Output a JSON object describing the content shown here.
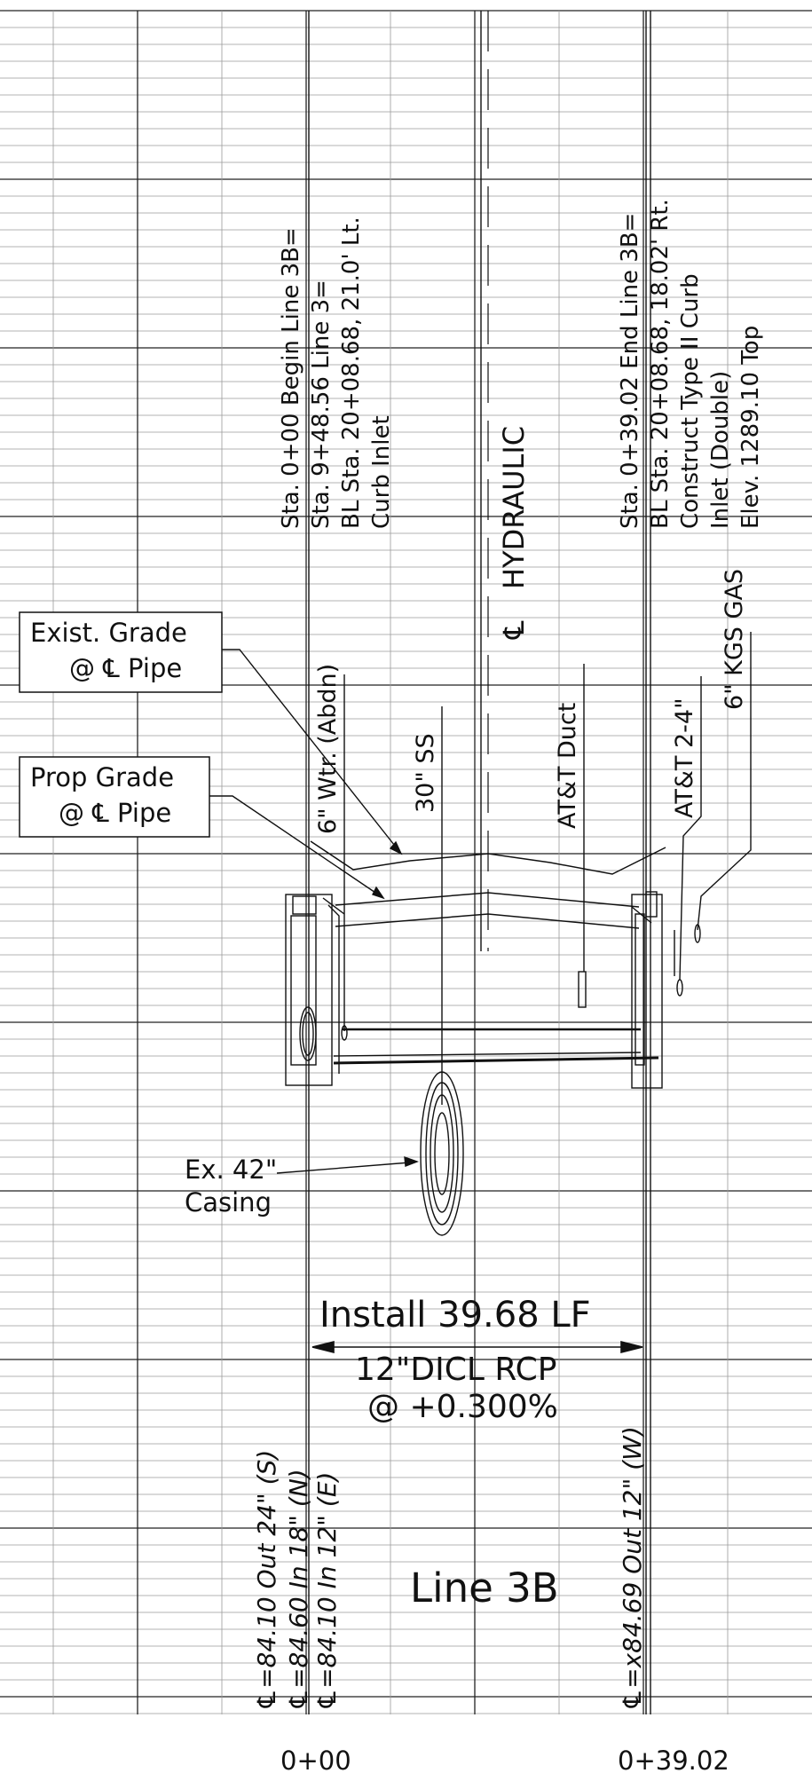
{
  "drawing": {
    "title": "Line 3B",
    "station_start": "0+00",
    "station_end": "0+39.02",
    "centerline_label": "HYDRAULIC",
    "centerline_symbol": "℄"
  },
  "notes_begin": [
    "Sta. 0+00 Begin Line 3B=",
    "Sta. 9+48.56 Line 3=",
    "BL Sta. 20+08.68, 21.0' Lt.",
    "Curb Inlet"
  ],
  "notes_end": [
    "Sta. 0+39.02 End Line 3B=",
    "BL Sta. 20+08.68, 18.02' Rt.",
    "Construct Type II Curb",
    "Inlet (Double)",
    "Elev. 1289.10 Top"
  ],
  "grade_labels": {
    "existing_line1": "Exist. Grade",
    "existing_line2": "@ ℄ Pipe",
    "proposed_line1": "Prop Grade",
    "proposed_line2": "@ ℄ Pipe"
  },
  "utilities": {
    "water": "6\" Wtr. (Abdn)",
    "sewer": "30\" SS",
    "att_duct": "AT&T Duct",
    "att_cable": "AT&T 2-4\"",
    "gas": "6\" KGS GAS",
    "casing_line1": "Ex. 42\"",
    "casing_line2": "Casing"
  },
  "pipe": {
    "line1": "Install 39.68 LF",
    "line2": "12\"DICL RCP",
    "line3": "@ +0.300%"
  },
  "inverts_start": [
    "℄=84.10 Out 24\" (S)",
    "℄=84.60 In 18\" (N)",
    "℄=84.10 In 12\" (E)"
  ],
  "inverts_end": [
    "℄=x84.69 Out 12\" (W)"
  ]
}
